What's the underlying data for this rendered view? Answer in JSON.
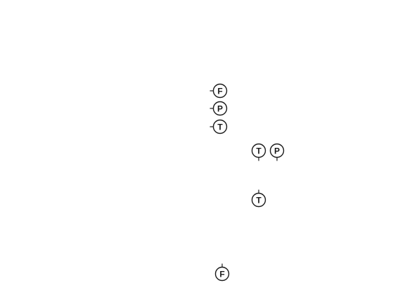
{
  "diagram": {
    "stroke_color": "#1a1a1a",
    "background_color": "#ffffff",
    "symbols": [
      {
        "id": "s1",
        "letter": "F",
        "tick": "left"
      },
      {
        "id": "s2",
        "letter": "P",
        "tick": "left"
      },
      {
        "id": "s3",
        "letter": "T",
        "tick": "left"
      },
      {
        "id": "s4",
        "letter": "T",
        "tick": "bottom"
      },
      {
        "id": "s5",
        "letter": "P",
        "tick": "bottom"
      },
      {
        "id": "s6",
        "letter": "T",
        "tick": "top"
      },
      {
        "id": "s7",
        "letter": "F",
        "tick": "top"
      }
    ]
  }
}
